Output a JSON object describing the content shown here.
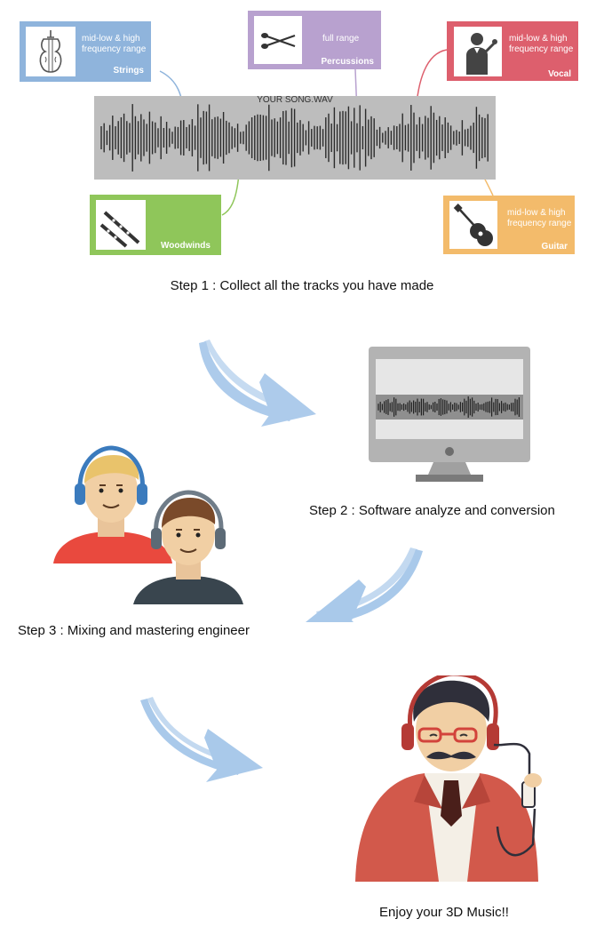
{
  "song_label": "YOUR SONG.WAV",
  "tracks": [
    {
      "id": "strings",
      "name": "Strings",
      "desc": "mid-low & high frequency range",
      "color": "#8fb4dc",
      "icon": "violin-icon"
    },
    {
      "id": "percussions",
      "name": "Percussions",
      "desc": "full range",
      "color": "#b8a1cf",
      "icon": "drumsticks-icon"
    },
    {
      "id": "vocal",
      "name": "Vocal",
      "desc": "mid-low & high frequency range",
      "color": "#dd5f6d",
      "icon": "singer-icon"
    },
    {
      "id": "woodwinds",
      "name": "Woodwinds",
      "desc": "",
      "color": "#8fc65a",
      "icon": "flute-icon"
    },
    {
      "id": "guitar",
      "name": "Guitar",
      "desc": "mid-low & high frequency range",
      "color": "#f3bb6b",
      "icon": "guitar-icon"
    }
  ],
  "steps": [
    {
      "label": "Step 1 : Collect all the tracks you have made"
    },
    {
      "label": "Step 2 : Software analyze and conversion"
    },
    {
      "label": "Step 3 : Mixing and mastering engineer"
    },
    {
      "label": "Enjoy your 3D Music!!"
    }
  ],
  "colors": {
    "arrow": "#a9c9ea",
    "waveform_bg": "#bdbdbd",
    "waveform": "#2b2b2b",
    "monitor": "#b3b3b3"
  }
}
